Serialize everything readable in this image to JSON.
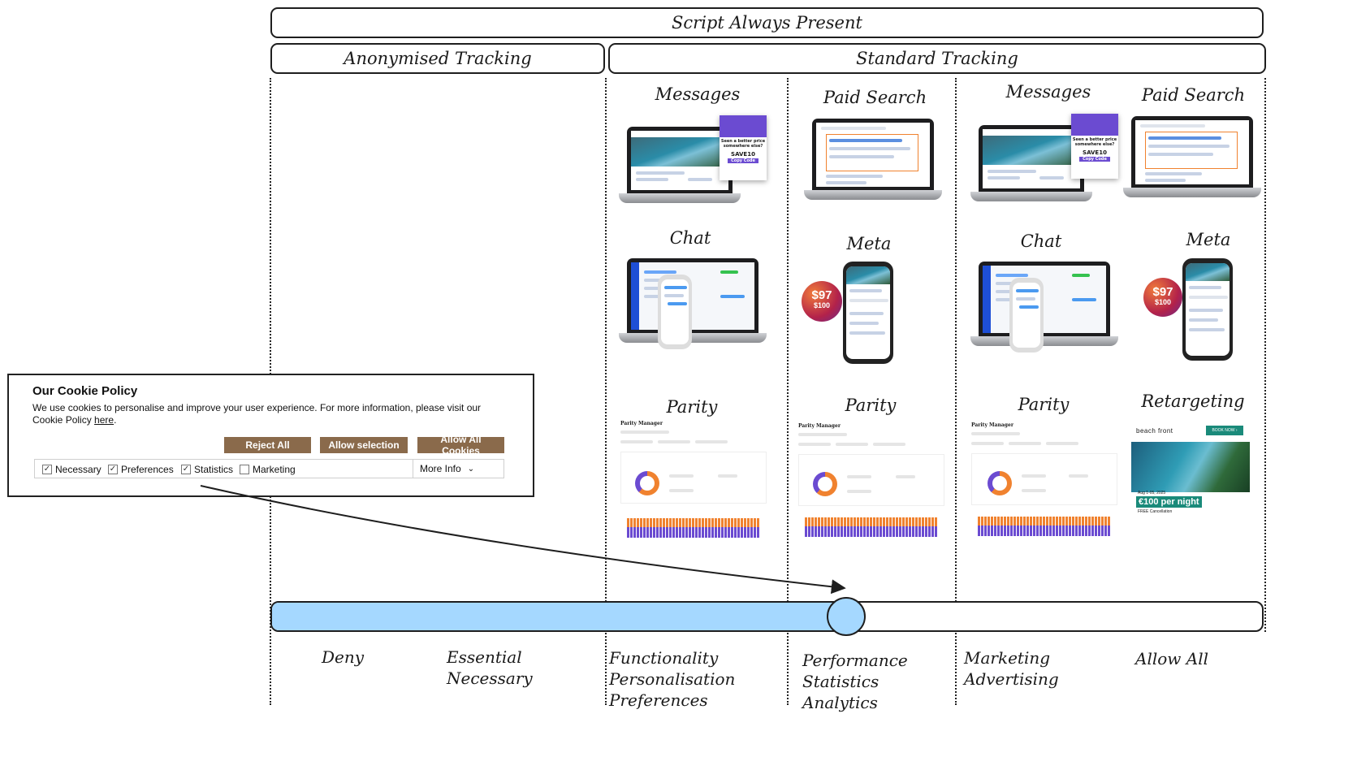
{
  "header": {
    "script_always_present": "Script Always Present",
    "anonymised_tracking": "Anonymised Tracking",
    "standard_tracking": "Standard Tracking"
  },
  "columns": [
    {
      "labels": [
        "Messages",
        "Chat",
        "Parity"
      ]
    },
    {
      "labels": [
        "Paid Search",
        "Meta",
        "Parity"
      ]
    },
    {
      "labels": [
        "Messages",
        "Chat",
        "Parity"
      ]
    },
    {
      "labels": [
        "Paid Search",
        "Meta",
        "Retargeting"
      ]
    }
  ],
  "thumbnails": {
    "messages_popup": {
      "line1": "Seen a better price",
      "line2": "somewhere else?",
      "code": "SAVE10",
      "button": "Copy Code"
    },
    "meta_price": {
      "main": "$97",
      "old": "$100"
    },
    "parity_title": "Parity Manager",
    "retargeting": {
      "brand": "beach front",
      "book": "BOOK NOW ›",
      "date": "Aug 1-05, 2025",
      "offer": "€100 per night",
      "sub": "FREE Cancellation"
    }
  },
  "cookie_panel": {
    "title": "Our Cookie Policy",
    "description": "We use cookies to personalise and improve your user experience. For more information, please visit our Cookie Policy",
    "link_text": "here",
    "link_suffix": ".",
    "buttons": {
      "reject": "Reject All",
      "allow_selection": "Allow selection",
      "allow_all": "Allow All Cookies"
    },
    "options": [
      {
        "label": "Necessary",
        "checked": true
      },
      {
        "label": "Preferences",
        "checked": true
      },
      {
        "label": "Statistics",
        "checked": true
      },
      {
        "label": "Marketing",
        "checked": false
      }
    ],
    "more_info": "More Info"
  },
  "slider": {
    "position_fraction": 0.58,
    "fill_color": "#a5d8ff"
  },
  "stages": {
    "deny": "Deny",
    "essential": [
      "Essential",
      "Necessary"
    ],
    "functionality": [
      "Functionality",
      "Personalisation",
      "Preferences"
    ],
    "performance": [
      "Performance",
      "Statistics",
      "Analytics"
    ],
    "marketing": [
      "Marketing",
      "Advertising"
    ],
    "allow_all": "Allow All"
  }
}
